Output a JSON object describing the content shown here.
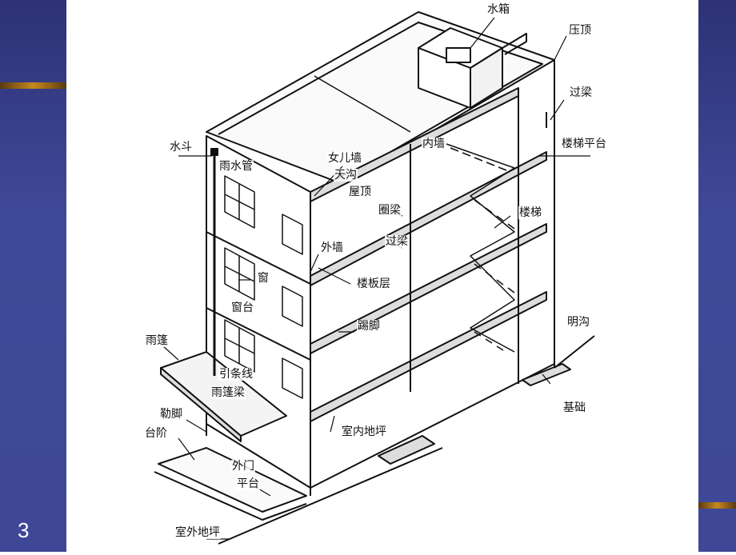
{
  "slide": {
    "number": "3"
  },
  "colors": {
    "band": "#3f4a9a",
    "accent_stripe": "#c8891e",
    "ink": "#111111"
  },
  "labels": {
    "water_tank": "水箱",
    "coping": "压顶",
    "lintel_top": "过梁",
    "inner_wall": "内墙",
    "stair_landing": "楼梯平台",
    "rain_hopper": "水斗",
    "downpipe": "雨水管",
    "parapet": "女儿墙",
    "gutter": "天沟",
    "roof": "屋顶",
    "ring_beam": "圈梁",
    "stairs": "楼梯",
    "outer_wall": "外墙",
    "lintel_mid": "过梁",
    "window": "窗",
    "floor_slab": "楼板层",
    "window_sill": "窗台",
    "baseboard": "踢脚",
    "open_drain": "明沟",
    "canopy": "雨篷",
    "drip_line": "引条线",
    "canopy_beam": "雨篷梁",
    "foundation": "基础",
    "plinth": "勒脚",
    "indoor_floor": "室内地坪",
    "steps": "台阶",
    "exterior_door": "外门",
    "platform": "平台",
    "outdoor_ground": "室外地坪"
  }
}
